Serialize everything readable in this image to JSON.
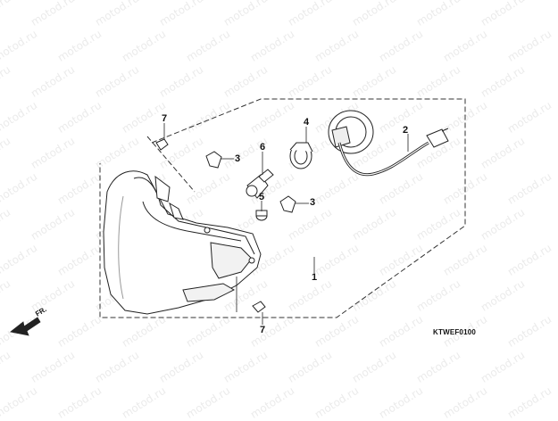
{
  "watermark": {
    "text": "motod.ru"
  },
  "parts": {
    "p1": "1",
    "p2": "2",
    "p3a": "3",
    "p3b": "3",
    "p4": "4",
    "p5": "5",
    "p6": "6",
    "p7a": "7",
    "p7b": "7"
  },
  "direction_label": "FR.",
  "diagram_code": "KTWEF0100"
}
